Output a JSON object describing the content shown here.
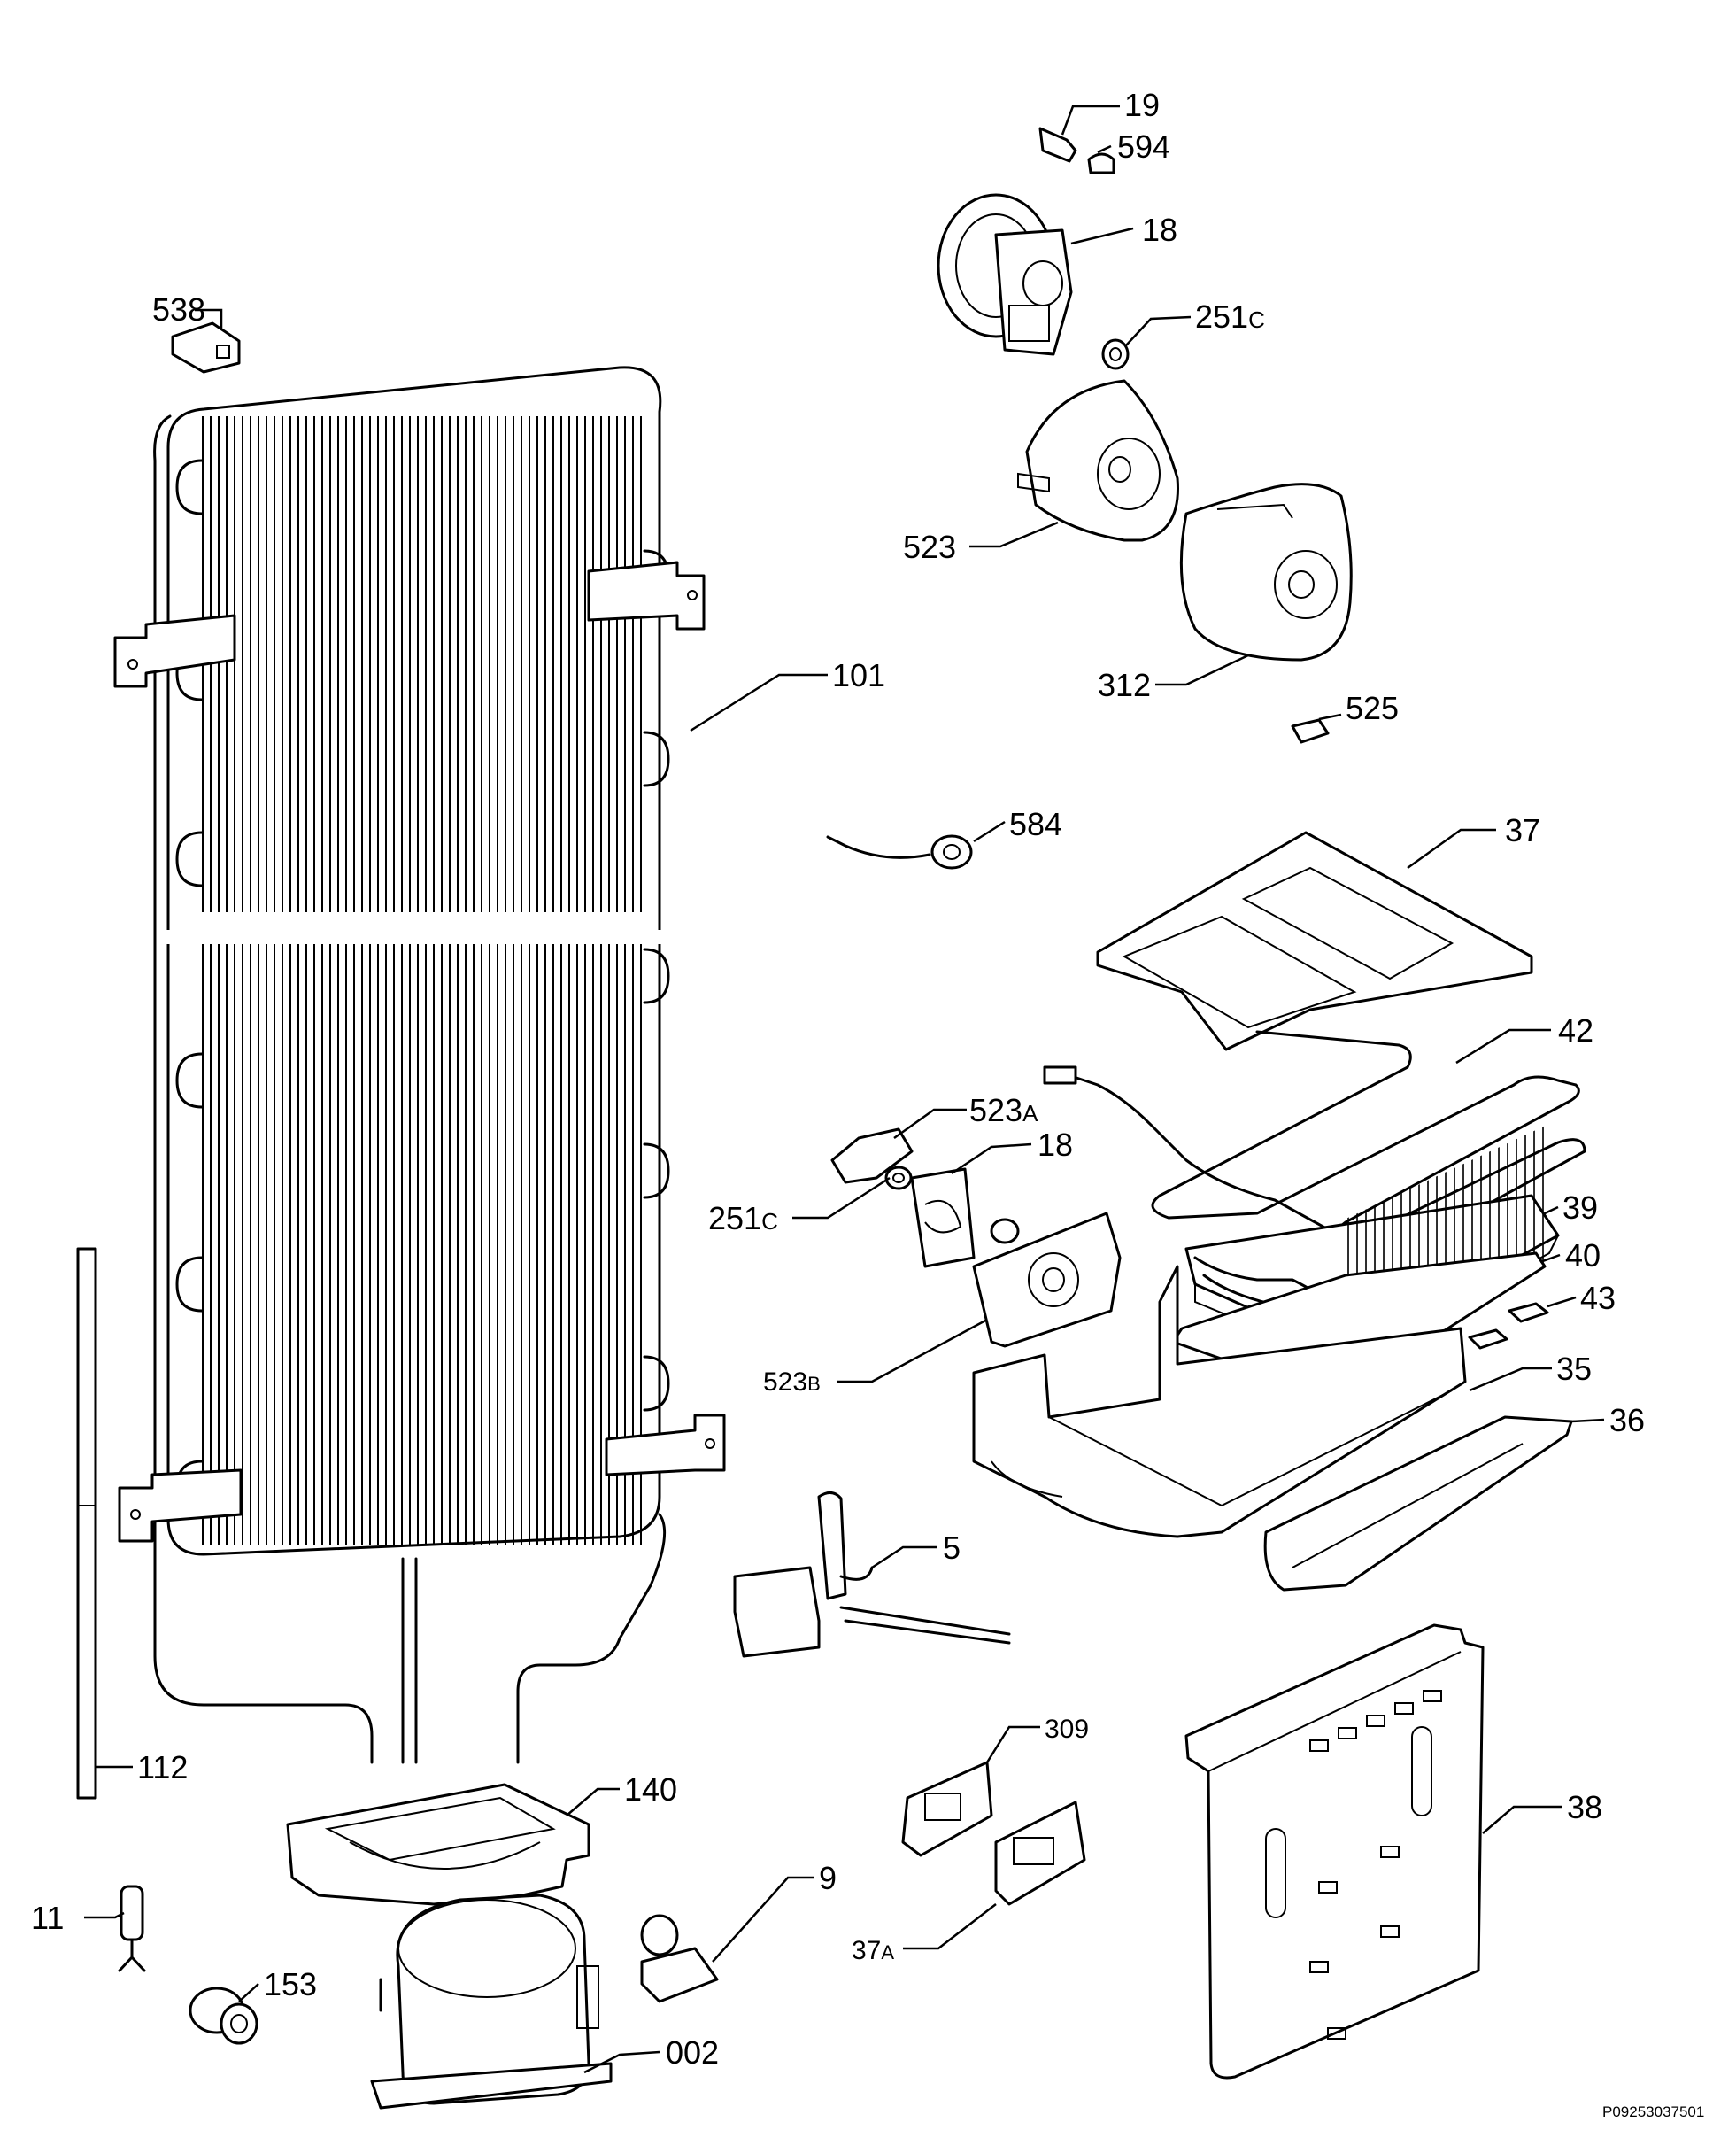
{
  "diagram": {
    "reference": "P09253037501",
    "parts": [
      {
        "id": "p19",
        "label": "19",
        "icon": "thermostat-sensor-icon"
      },
      {
        "id": "p594",
        "label": "594",
        "icon": "cap-icon"
      },
      {
        "id": "p18a",
        "label": "18",
        "icon": "fan-motor-icon"
      },
      {
        "id": "p251c_a",
        "label": "251",
        "suffix": "C",
        "icon": "grommet-icon"
      },
      {
        "id": "p538",
        "label": "538",
        "icon": "connector-icon"
      },
      {
        "id": "p523",
        "label": "523",
        "icon": "fan-housing-icon"
      },
      {
        "id": "p312",
        "label": "312",
        "icon": "fan-cover-icon"
      },
      {
        "id": "p101",
        "label": "101",
        "icon": "condenser-icon"
      },
      {
        "id": "p525",
        "label": "525",
        "icon": "screw-icon"
      },
      {
        "id": "p584",
        "label": "584",
        "icon": "sensor-cable-icon"
      },
      {
        "id": "p37",
        "label": "37",
        "icon": "cover-plate-icon"
      },
      {
        "id": "p42",
        "label": "42",
        "icon": "heater-icon"
      },
      {
        "id": "p523a",
        "label": "523",
        "suffix": "A",
        "icon": "bracket-icon"
      },
      {
        "id": "p18b",
        "label": "18",
        "icon": "fan-icon"
      },
      {
        "id": "p251c_b",
        "label": "251",
        "suffix": "C",
        "icon": "grommet-icon"
      },
      {
        "id": "p39",
        "label": "39",
        "icon": "evaporator-icon"
      },
      {
        "id": "p40",
        "label": "40",
        "icon": "insulation-sheet-icon"
      },
      {
        "id": "p43",
        "label": "43",
        "icon": "clip-icon"
      },
      {
        "id": "p523b",
        "label": "523",
        "suffix": "B",
        "icon": "fan-plate-icon"
      },
      {
        "id": "p35",
        "label": "35",
        "icon": "drip-tray-icon"
      },
      {
        "id": "p36",
        "label": "36",
        "icon": "drain-channel-icon"
      },
      {
        "id": "p5",
        "label": "5",
        "icon": "solenoid-valve-icon"
      },
      {
        "id": "p309",
        "label": "309",
        "icon": "circuit-board-icon"
      },
      {
        "id": "p38",
        "label": "38",
        "icon": "rear-panel-icon"
      },
      {
        "id": "p112",
        "label": "112",
        "icon": "pipe-icon"
      },
      {
        "id": "p140",
        "label": "140",
        "icon": "compressor-base-icon"
      },
      {
        "id": "p9",
        "label": "9",
        "icon": "relay-icon"
      },
      {
        "id": "p37a",
        "label": "37",
        "suffix": "A",
        "icon": "control-board-icon"
      },
      {
        "id": "p11",
        "label": "11",
        "icon": "filter-dryer-icon"
      },
      {
        "id": "p153",
        "label": "153",
        "icon": "rubber-foot-icon"
      },
      {
        "id": "p002",
        "label": "002",
        "icon": "compressor-icon"
      }
    ]
  }
}
